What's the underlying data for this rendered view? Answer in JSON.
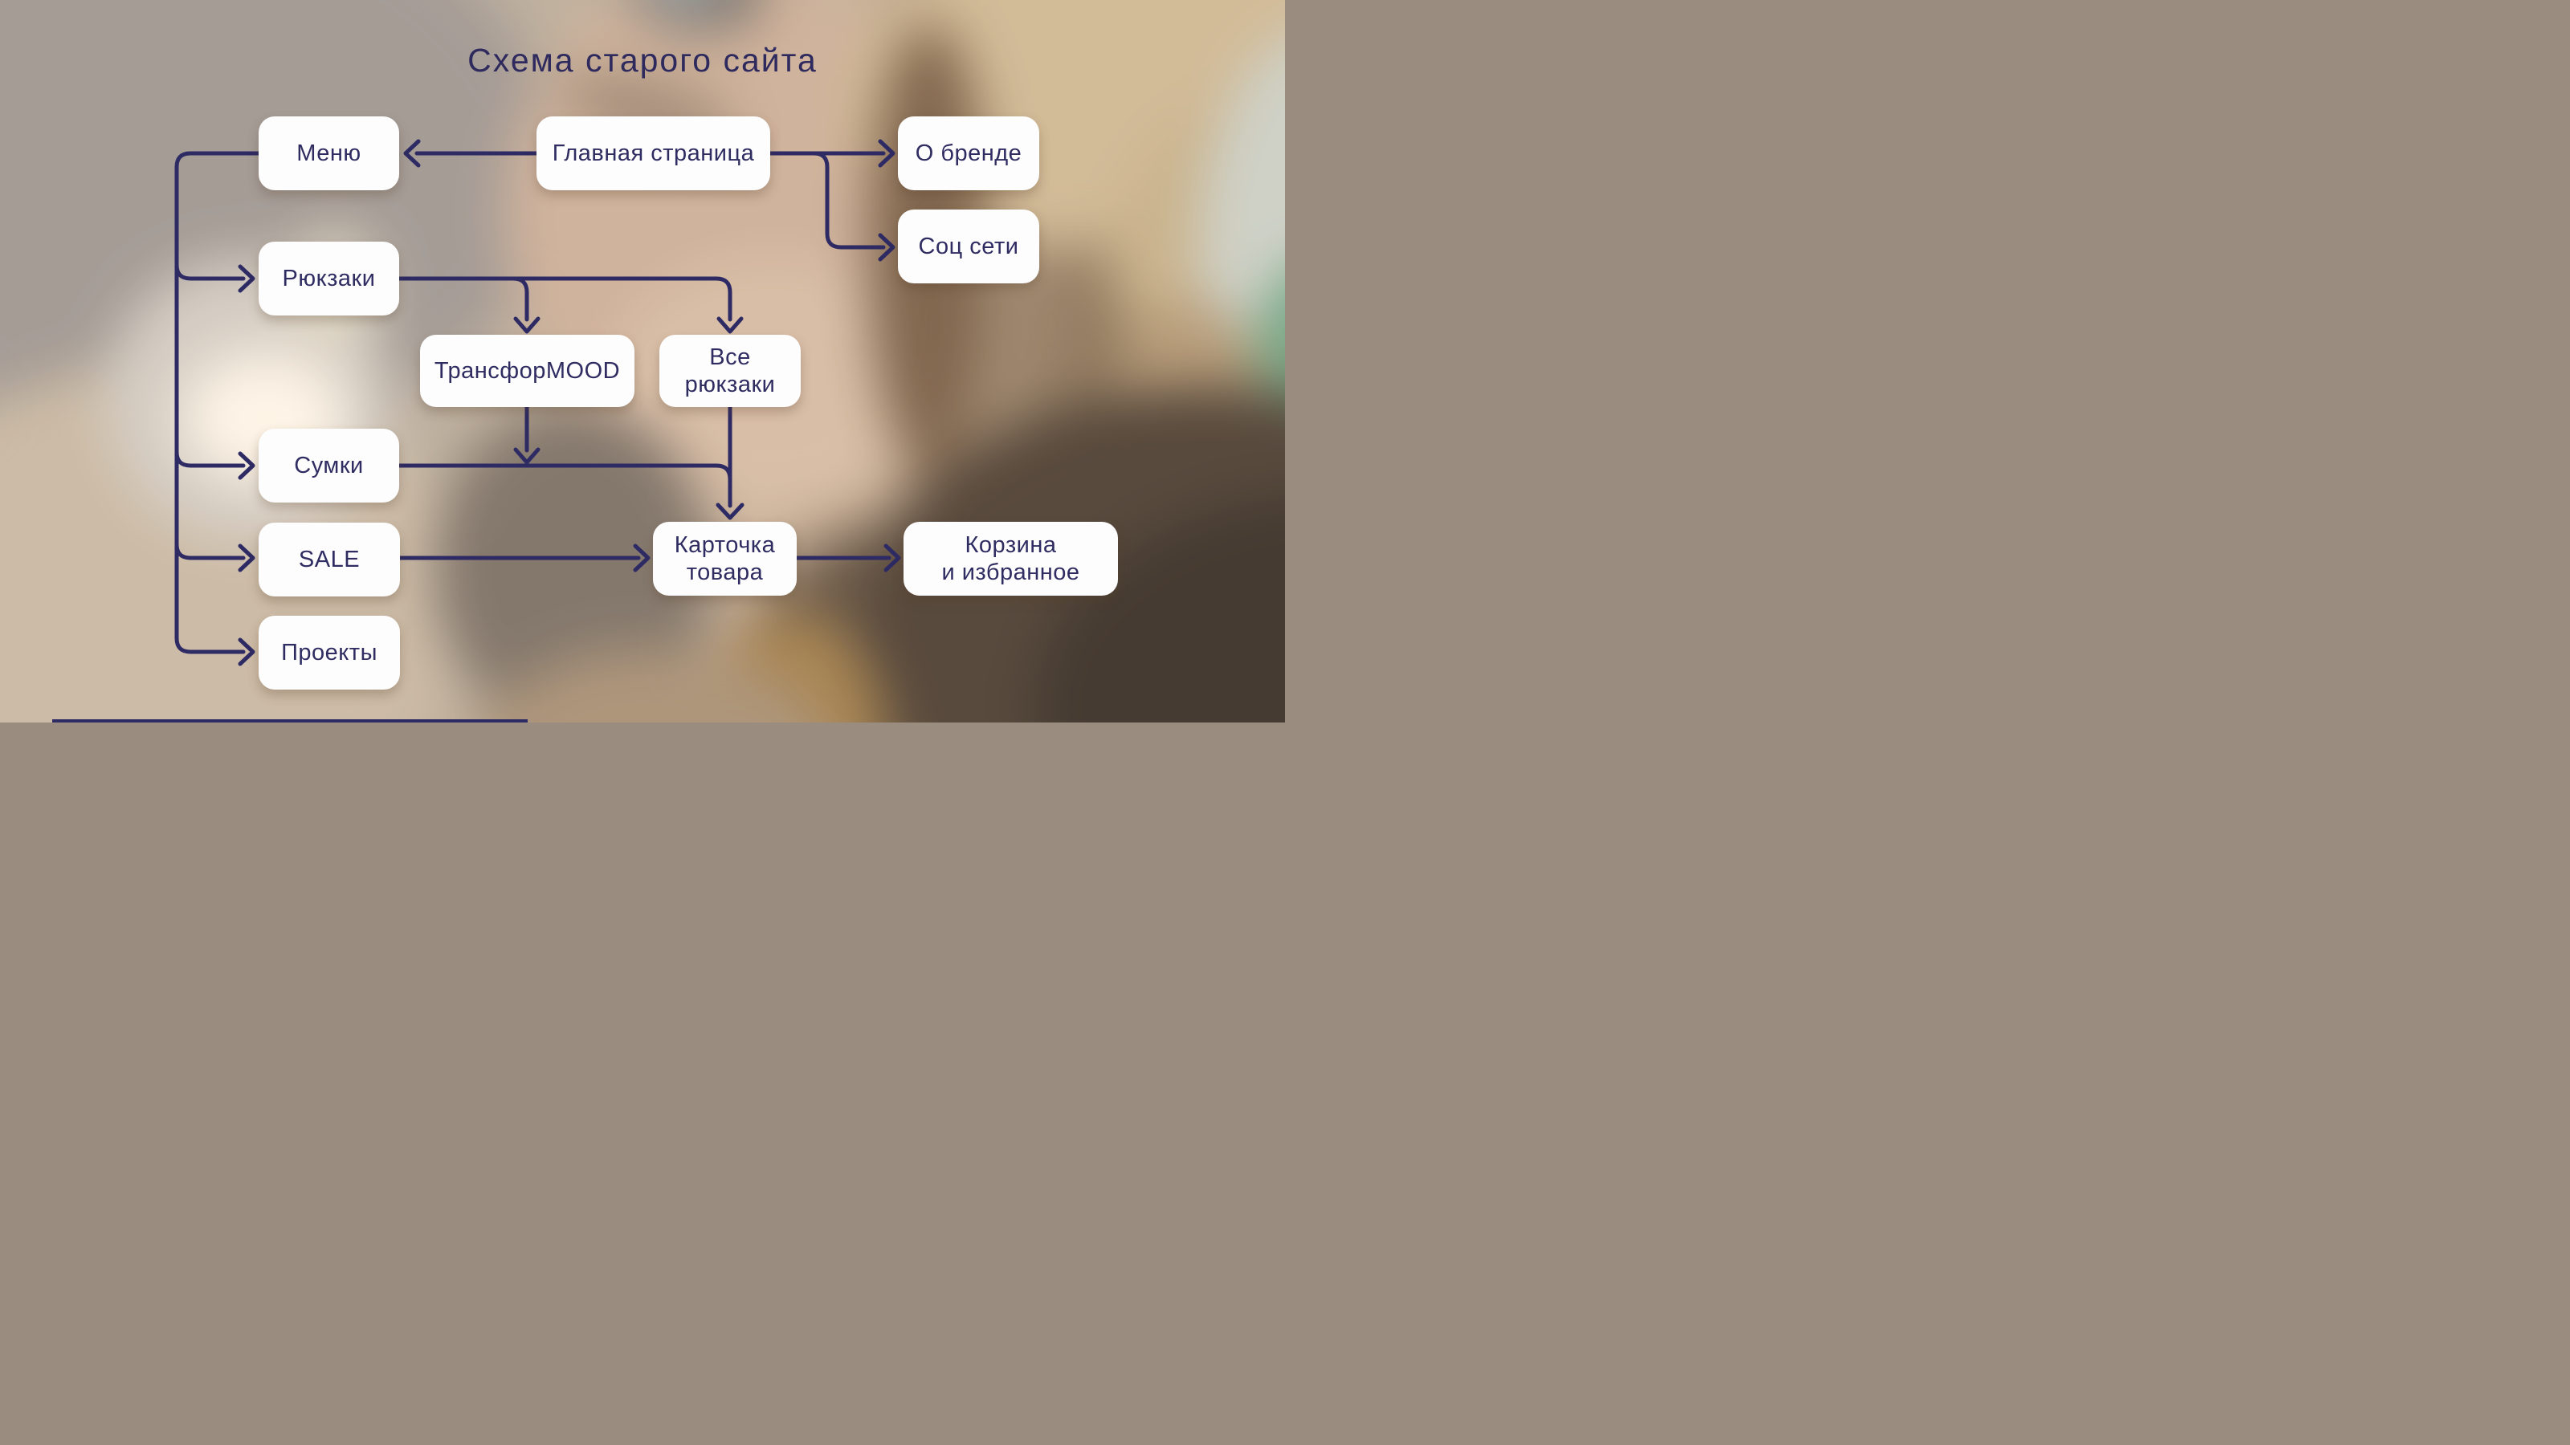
{
  "title": "Схема старого сайта",
  "colors": {
    "connector": "#2d2a64",
    "title_text": "#2e2a5e",
    "node_text": "#2f2c62",
    "node_bg": "#fdfdfd",
    "bottom_bar": "#2d2a64"
  },
  "nodes": {
    "main": {
      "label": "Главная страница"
    },
    "menu": {
      "label": "Меню"
    },
    "brand": {
      "label": "О бренде"
    },
    "social": {
      "label": "Соц сети"
    },
    "backpacks": {
      "label": "Рюкзаки"
    },
    "transformood": {
      "label": "ТрансфорMOOD"
    },
    "all_backpacks": {
      "label": "Все\nрюкзаки"
    },
    "bags": {
      "label": "Сумки"
    },
    "sale": {
      "label": "SALE"
    },
    "product_card": {
      "label": "Карточка\nтовара"
    },
    "cart": {
      "label": "Корзина\nи избранное"
    },
    "projects": {
      "label": "Проекты"
    }
  },
  "edges": [
    {
      "from": "main",
      "to": "menu"
    },
    {
      "from": "main",
      "to": "brand"
    },
    {
      "from": "main",
      "to": "social"
    },
    {
      "from": "menu",
      "to": "backpacks"
    },
    {
      "from": "menu",
      "to": "bags"
    },
    {
      "from": "menu",
      "to": "sale"
    },
    {
      "from": "menu",
      "to": "projects"
    },
    {
      "from": "backpacks",
      "to": "transformood"
    },
    {
      "from": "backpacks",
      "to": "all_backpacks"
    },
    {
      "from": "transformood",
      "to": "product_card"
    },
    {
      "from": "bags",
      "to": "product_card"
    },
    {
      "from": "all_backpacks",
      "to": "product_card"
    },
    {
      "from": "sale",
      "to": "product_card"
    },
    {
      "from": "product_card",
      "to": "cart"
    }
  ]
}
